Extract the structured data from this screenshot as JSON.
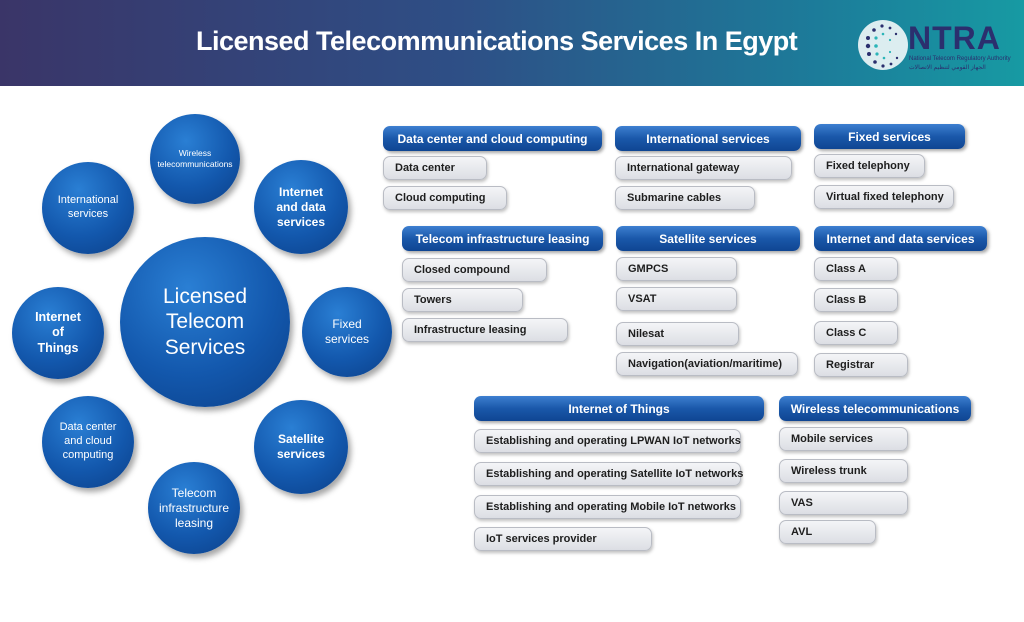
{
  "header": {
    "title": "Licensed Telecommunications Services In Egypt",
    "logo_text": "NTRA",
    "logo_subtitle": "National Telecom Regulatory Authority",
    "logo_subtitle_ar": "الجهاز القومي لتنظيم الاتصالات"
  },
  "colors": {
    "header_gradient_start": "#3a3568",
    "header_gradient_end": "#179aa3",
    "circle_blue": "#1358ad",
    "section_header_blue": "#1a58aa",
    "item_grey": "#dcdee4",
    "logo_navy": "#2b2f6e"
  },
  "hub": {
    "center_label": "Licensed Telecom Services",
    "satellites": [
      {
        "label": "Wireless telecommunications"
      },
      {
        "label": "Internet and data services"
      },
      {
        "label": "Fixed services"
      },
      {
        "label": "Satellite services"
      },
      {
        "label": "Telecom infrastructure leasing"
      },
      {
        "label": "Data center and cloud computing"
      },
      {
        "label": "Internet of Things"
      },
      {
        "label": "International services"
      }
    ]
  },
  "sections": [
    {
      "title": "Data center and cloud computing",
      "items": [
        "Data center",
        "Cloud computing"
      ]
    },
    {
      "title": "International services",
      "items": [
        "International gateway",
        "Submarine cables"
      ]
    },
    {
      "title": "Fixed services",
      "items": [
        "Fixed telephony",
        "Virtual fixed telephony"
      ]
    },
    {
      "title": "Telecom infrastructure leasing",
      "items": [
        "Closed compound",
        "Towers",
        "Infrastructure leasing"
      ]
    },
    {
      "title": "Satellite services",
      "items": [
        "GMPCS",
        "VSAT",
        "Nilesat",
        "Navigation(aviation/maritime)"
      ]
    },
    {
      "title": "Internet and data services",
      "items": [
        "Class A",
        "Class B",
        "Class C",
        "Registrar"
      ]
    },
    {
      "title": "Internet of Things",
      "items": [
        "Establishing and operating LPWAN IoT networks",
        "Establishing and operating Satellite IoT networks",
        "Establishing and operating Mobile IoT networks",
        "IoT services provider"
      ]
    },
    {
      "title": "Wireless telecommunications",
      "items": [
        "Mobile services",
        "Wireless trunk",
        "VAS",
        "AVL"
      ]
    }
  ]
}
